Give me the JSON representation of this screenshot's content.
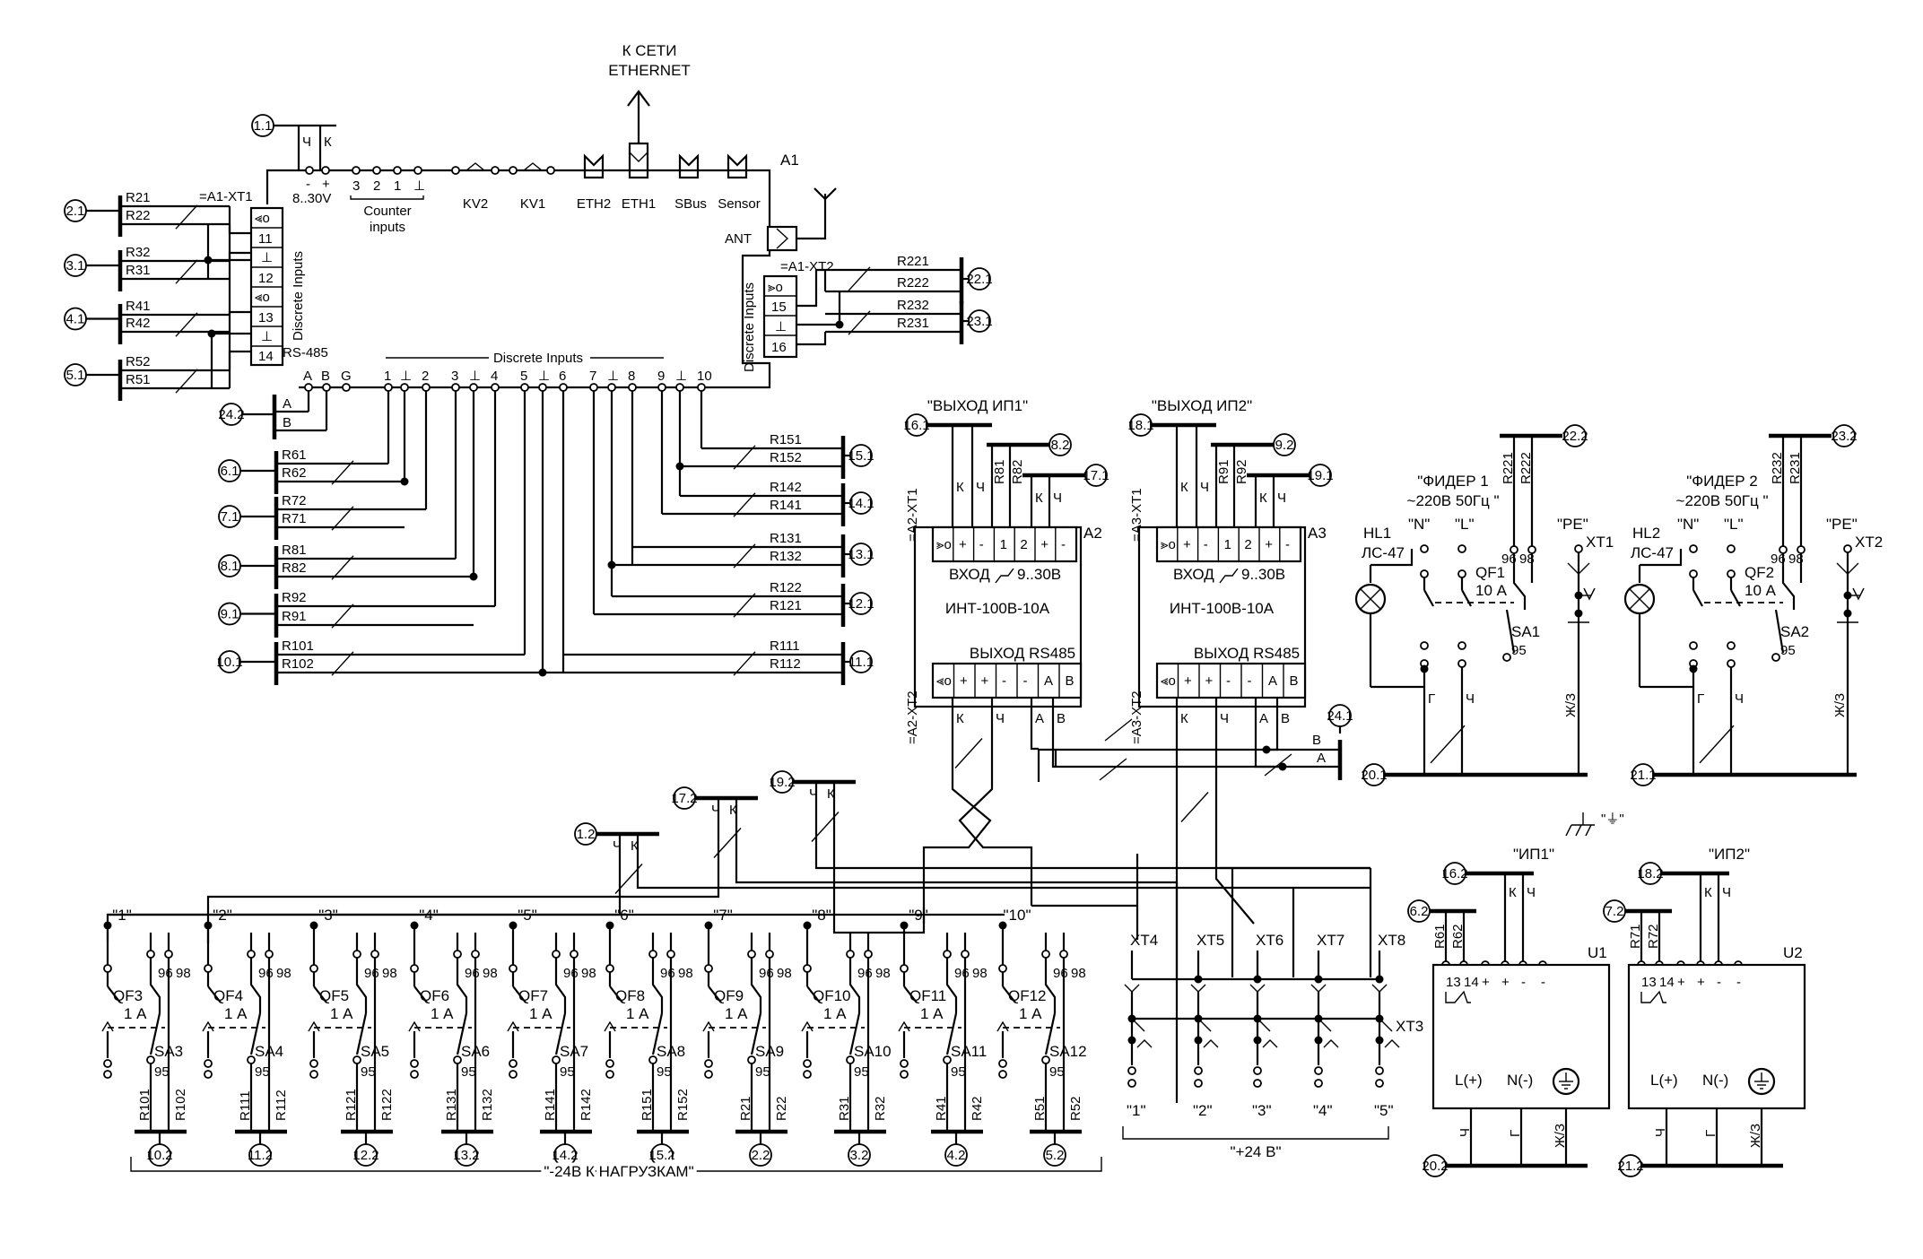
{
  "network": {
    "line1": "К СЕТИ",
    "line2": "ETHERNET"
  },
  "a1": {
    "ref": "A1",
    "power": {
      "minus": "-",
      "plus": "+",
      "range": "8..30V",
      "wire_ch": "Ч",
      "wire_k": "К",
      "ref": "1.1"
    },
    "counter": {
      "pins": [
        "3",
        "2",
        "1",
        "⊥"
      ],
      "label1": "Counter",
      "label2": "inputs"
    },
    "relays": [
      "KV2",
      "KV1"
    ],
    "ports": [
      "ETH2",
      "ETH1",
      "SBus",
      "Sensor"
    ],
    "ant": "ANT",
    "xt1": {
      "ref": "=A1-XT1",
      "pins": [
        "11",
        "12",
        "13",
        "14"
      ],
      "side_label": "Discrete Inputs"
    },
    "xt2": {
      "ref": "=A1-XT2",
      "pins": [
        "15",
        "16"
      ],
      "side_label": "Discrete Inputs"
    },
    "rs485": {
      "label": "RS-485",
      "pins": [
        "A",
        "B",
        "G"
      ]
    },
    "di_bus_label": "Discrete Inputs",
    "di_pins": [
      "1",
      "⊥",
      "2",
      "3",
      "⊥",
      "4",
      "5",
      "⊥",
      "6",
      "7",
      "⊥",
      "8",
      "9",
      "⊥",
      "10"
    ]
  },
  "left_inputs": [
    {
      "ref": "2.1",
      "r_top": "R21",
      "r_bot": "R22"
    },
    {
      "ref": "3.1",
      "r_top": "R32",
      "r_bot": "R31"
    },
    {
      "ref": "4.1",
      "r_top": "R41",
      "r_bot": "R42"
    },
    {
      "ref": "5.1",
      "r_top": "R52",
      "r_bot": "R51"
    }
  ],
  "xt2_outputs": [
    {
      "ref": "22.1",
      "r_top": "R221",
      "r_bot": "R222"
    },
    {
      "ref": "23.1",
      "r_top": "R232",
      "r_bot": "R231"
    }
  ],
  "rs485_link": {
    "ref": "24.2",
    "a": "A",
    "b": "B"
  },
  "left_di": [
    {
      "ref": "6.1",
      "r_top": "R61",
      "r_bot": "R62"
    },
    {
      "ref": "7.1",
      "r_top": "R72",
      "r_bot": "R71"
    },
    {
      "ref": "8.1",
      "r_top": "R81",
      "r_bot": "R82"
    },
    {
      "ref": "9.1",
      "r_top": "R92",
      "r_bot": "R91"
    },
    {
      "ref": "10.1",
      "r_top": "R101",
      "r_bot": "R102"
    }
  ],
  "right_di": [
    {
      "ref": "15.1",
      "r_top": "R151",
      "r_bot": "R152"
    },
    {
      "ref": "14.1",
      "r_top": "R142",
      "r_bot": "R141"
    },
    {
      "ref": "13.1",
      "r_top": "R131",
      "r_bot": "R132"
    },
    {
      "ref": "12.1",
      "r_top": "R122",
      "r_bot": "R121"
    },
    {
      "ref": "11.1",
      "r_top": "R111",
      "r_bot": "R112"
    }
  ],
  "int_modules": [
    {
      "title": "\"ВЫХОД ИП1\"",
      "ref": "A2",
      "xt1": "=A2-XT1",
      "xt2": "=A2-XT2",
      "in_pins": [
        "+",
        "-",
        "1",
        "2",
        "+",
        "-"
      ],
      "in_label": "ВХОД",
      "in_range": "9..30В",
      "model": "ИНТ-100В-10А",
      "out_label": "ВЫХОД RS485",
      "out_pins": [
        "+",
        "+",
        "-",
        "-",
        "A",
        "B"
      ],
      "top_ref_l": "16.1",
      "top_ref_m": "8.2",
      "top_ref_r": "17.1",
      "res1": "R81",
      "res2": "R82",
      "wire_k": "К",
      "wire_ch": "Ч",
      "bot_wires": [
        "К",
        "Ч",
        "А",
        "В"
      ]
    },
    {
      "title": "\"ВЫХОД ИП2\"",
      "ref": "A3",
      "xt1": "=A3-XT1",
      "xt2": "=A3-XT2",
      "in_pins": [
        "+",
        "-",
        "1",
        "2",
        "+",
        "-"
      ],
      "in_label": "ВХОД",
      "in_range": "9..30В",
      "model": "ИНТ-100В-10А",
      "out_label": "ВЫХОД RS485",
      "out_pins": [
        "+",
        "+",
        "-",
        "-",
        "A",
        "B"
      ],
      "top_ref_l": "18.1",
      "top_ref_m": "9.2",
      "top_ref_r": "19.1",
      "res1": "R91",
      "res2": "R92",
      "wire_k": "К",
      "wire_ch": "Ч",
      "bot_wires": [
        "К",
        "Ч",
        "А",
        "В"
      ]
    }
  ],
  "rs485_bus_ref": "24.1",
  "rs485_bus_pins": [
    "В",
    "А"
  ],
  "feeders": [
    {
      "title1": "\"ФИДЕР 1",
      "title2": "~220В 50Гц \"",
      "lamp": "HL1",
      "lamp_type": "ЛС-47",
      "n": "\"N\"",
      "l": "\"L\"",
      "pe": "\"PE\"",
      "qf": "QF1",
      "qf_rating": "10 А",
      "sa": "SA1",
      "sa_pin": "95",
      "pins": [
        "96",
        "98"
      ],
      "xt": "XT1",
      "res1": "R221",
      "res2": "R222",
      "ref_top": "22.2",
      "ref_bot": "20.1",
      "w_g": "Г",
      "w_ch": "Ч",
      "w_zh": "Ж/З"
    },
    {
      "title1": "\"ФИДЕР 2",
      "title2": "~220В 50Гц \"",
      "lamp": "HL2",
      "lamp_type": "ЛС-47",
      "n": "\"N\"",
      "l": "\"L\"",
      "pe": "\"PE\"",
      "qf": "QF2",
      "qf_rating": "10 А",
      "sa": "SA2",
      "sa_pin": "95",
      "pins": [
        "96",
        "98"
      ],
      "xt": "XT2",
      "res1": "R232",
      "res2": "R231",
      "ref_top": "23.2",
      "ref_bot": "21.1",
      "w_g": "Г",
      "w_ch": "Ч",
      "w_zh": "Ж/З"
    }
  ],
  "ground_label": "\"⏚\"",
  "psus": [
    {
      "title": "\"ИП1\"",
      "ref": "U1",
      "ref_top": "16.2",
      "ref_side": "6.2",
      "res1": "R61",
      "res2": "R62",
      "pins13": "13",
      "pins14": "14",
      "pol": [
        "+",
        "+",
        "-",
        "-"
      ],
      "l": "L(+)",
      "n": "N(-)",
      "wire_k": "К",
      "wire_ch": "Ч",
      "ref_bot": "20.2",
      "b_ch": "Ч",
      "b_g": "Г",
      "b_zh": "Ж/З"
    },
    {
      "title": "\"ИП2\"",
      "ref": "U2",
      "ref_top": "18.2",
      "ref_side": "7.2",
      "res1": "R71",
      "res2": "R72",
      "pins13": "13",
      "pins14": "14",
      "pol": [
        "+",
        "+",
        "-",
        "-"
      ],
      "l": "L(+)",
      "n": "N(-)",
      "wire_k": "К",
      "wire_ch": "Ч",
      "ref_bot": "21.2",
      "b_ch": "Ч",
      "b_g": "Г",
      "b_zh": "Ж/З"
    }
  ],
  "branch_feeds": [
    {
      "ref": "1.2",
      "k": "К",
      "ch": "Ч"
    },
    {
      "ref": "17.2",
      "k": "К",
      "ch": "Ч"
    },
    {
      "ref": "19.2",
      "k": "К",
      "ch": "Ч"
    }
  ],
  "branches": [
    {
      "num": "\"1\"",
      "qf": "QF3",
      "sa": "SA3",
      "r1": "R101",
      "r2": "R102",
      "ref": "10.2"
    },
    {
      "num": "\"2\"",
      "qf": "QF4",
      "sa": "SA4",
      "r1": "R111",
      "r2": "R112",
      "ref": "11.2"
    },
    {
      "num": "\"3\"",
      "qf": "QF5",
      "sa": "SA5",
      "r1": "R121",
      "r2": "R122",
      "ref": "12.2"
    },
    {
      "num": "\"4\"",
      "qf": "QF6",
      "sa": "SA6",
      "r1": "R131",
      "r2": "R132",
      "ref": "13.2"
    },
    {
      "num": "\"5\"",
      "qf": "QF7",
      "sa": "SA7",
      "r1": "R141",
      "r2": "R142",
      "ref": "14.2"
    },
    {
      "num": "\"6\"",
      "qf": "QF8",
      "sa": "SA8",
      "r1": "R151",
      "r2": "R152",
      "ref": "15.2"
    },
    {
      "num": "\"7\"",
      "qf": "QF9",
      "sa": "SA9",
      "r1": "R21",
      "r2": "R22",
      "ref": "2.2"
    },
    {
      "num": "\"8\"",
      "qf": "QF10",
      "sa": "SA10",
      "r1": "R31",
      "r2": "R32",
      "ref": "3.2"
    },
    {
      "num": "\"9\"",
      "qf": "QF11",
      "sa": "SA11",
      "r1": "R41",
      "r2": "R42",
      "ref": "4.2"
    },
    {
      "num": "\"10\"",
      "qf": "QF12",
      "sa": "SA12",
      "r1": "R51",
      "r2": "R52",
      "ref": "5.2"
    }
  ],
  "branch_common": {
    "rating": "1 А",
    "p96": "96",
    "p98": "98",
    "p95": "95"
  },
  "load_bus_label": "\"-24В К НАГРУЗКАМ\"",
  "terminals": {
    "top": [
      "XT4",
      "XT5",
      "XT6",
      "XT7",
      "XT8"
    ],
    "side": "XT3",
    "outputs": [
      "\"1\"",
      "\"2\"",
      "\"3\"",
      "\"4\"",
      "\"5\""
    ],
    "bus_label": "\"+24 В\""
  }
}
